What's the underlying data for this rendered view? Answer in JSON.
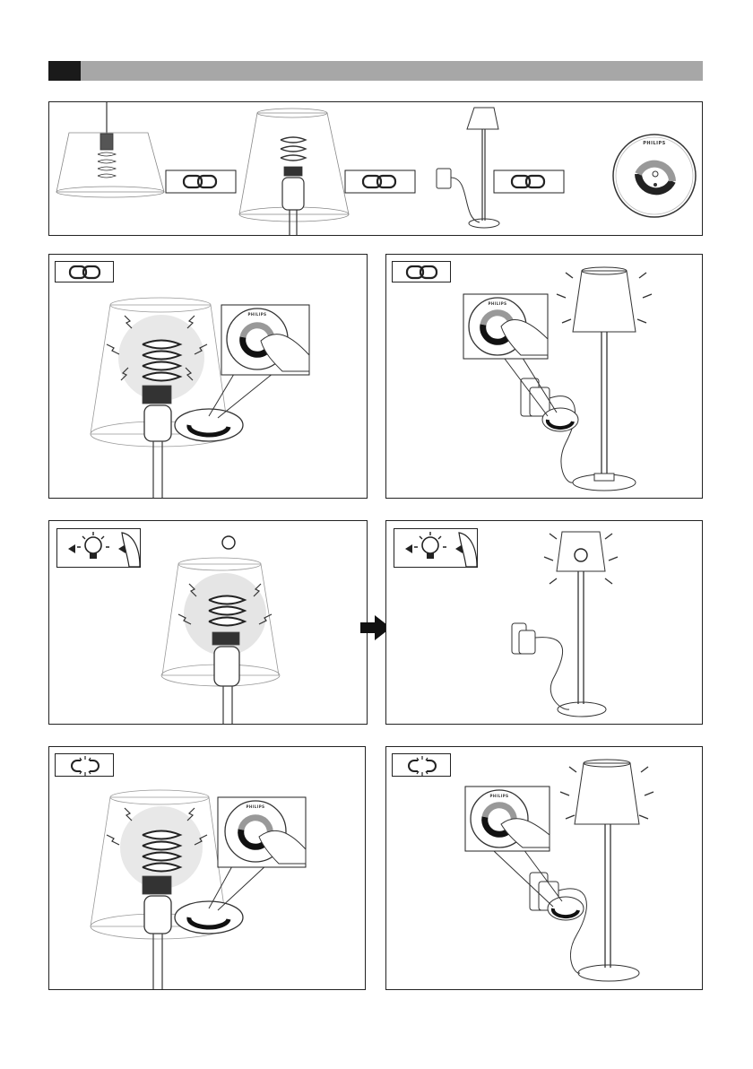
{
  "header": {
    "accent_color": "#1a1a1a",
    "bar_color": "#a7a7a7"
  },
  "brand": {
    "label": "PHILIPS"
  },
  "icons": {
    "link": "chain-link-icon",
    "unlink": "broken-chain-icon",
    "bulb_toggle": "bulb-toggle-icon",
    "next_step": "arrow-right-icon",
    "indicator": "indicator-circle-icon"
  },
  "panels": [
    {
      "id": "overview",
      "contents": [
        "pendant-lamp",
        "chain-link-icon",
        "table-lamp",
        "chain-link-icon",
        "floor-lamp-with-plug",
        "chain-link-icon",
        "remote-control"
      ]
    },
    {
      "id": "link-bulb",
      "symbol": "chain-link-icon"
    },
    {
      "id": "link-plug",
      "symbol": "chain-link-icon"
    },
    {
      "id": "toggle-bulb",
      "symbol": "bulb-toggle-icon"
    },
    {
      "id": "toggle-plug",
      "symbol": "bulb-toggle-icon"
    },
    {
      "id": "unlink-bulb",
      "symbol": "broken-chain-icon"
    },
    {
      "id": "unlink-plug",
      "symbol": "broken-chain-icon"
    }
  ]
}
